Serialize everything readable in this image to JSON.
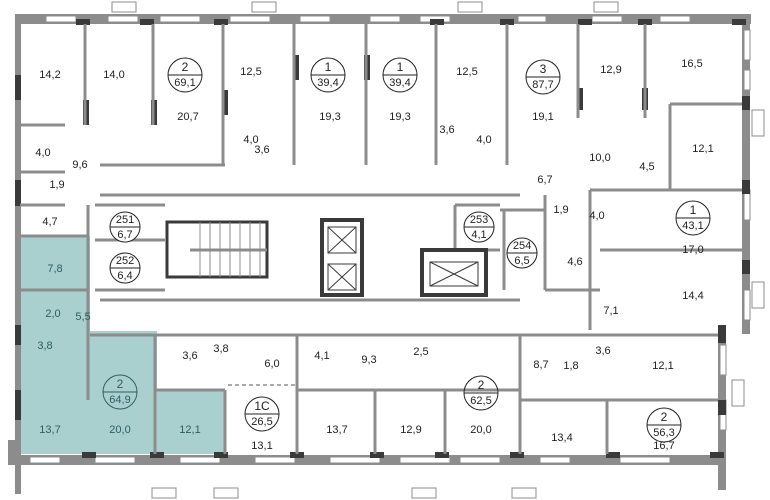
{
  "colors": {
    "wall": "#8c8c8c",
    "wall_dark": "#3a3a3a",
    "highlight_fill": "#a9d0cf",
    "highlight_text": "#2f5e5e",
    "text": "#222222",
    "background": "#ffffff"
  },
  "apartments": [
    {
      "id": "apt-2-69-1",
      "rooms": "2",
      "area": "69,1",
      "highlighted": false
    },
    {
      "id": "apt-1-39-4-a",
      "rooms": "1",
      "area": "39,4",
      "highlighted": false
    },
    {
      "id": "apt-1-39-4-b",
      "rooms": "1",
      "area": "39,4",
      "highlighted": false
    },
    {
      "id": "apt-3-87-7",
      "rooms": "3",
      "area": "87,7",
      "highlighted": false
    },
    {
      "id": "apt-1-43-1",
      "rooms": "1",
      "area": "43,1",
      "highlighted": false
    },
    {
      "id": "apt-2-64-9",
      "rooms": "2",
      "area": "64,9",
      "highlighted": true
    },
    {
      "id": "apt-1c-26-5",
      "rooms": "1С",
      "area": "26,5",
      "highlighted": false
    },
    {
      "id": "apt-2-62-5",
      "rooms": "2",
      "area": "62,5",
      "highlighted": false
    },
    {
      "id": "apt-2-56-3",
      "rooms": "2",
      "area": "56,3",
      "highlighted": false
    }
  ],
  "storage_units": [
    {
      "number": "251",
      "area": "6,7"
    },
    {
      "number": "252",
      "area": "6,4"
    },
    {
      "number": "253",
      "area": "4,1"
    },
    {
      "number": "254",
      "area": "6,5"
    }
  ],
  "room_areas": {
    "top": [
      "14,2",
      "14,0",
      "20,7",
      "4,0",
      "9,6",
      "1,9",
      "4,7",
      "12,5",
      "4,0",
      "3,6",
      "19,3",
      "19,3",
      "3,6",
      "12,5",
      "4,0",
      "19,1",
      "12,9",
      "16,5",
      "10,0",
      "4,5",
      "12,1",
      "6,7"
    ],
    "right": [
      "1,9",
      "4,0",
      "4,6",
      "17,0",
      "14,4",
      "7,1"
    ],
    "highlighted": [
      "7,8",
      "2,0",
      "5,5",
      "3,8",
      "13,7",
      "20,0",
      "12,1"
    ],
    "bottom": [
      "3,6",
      "3,8",
      "6,0",
      "13,1",
      "4,1",
      "9,3",
      "2,5",
      "13,7",
      "12,9",
      "20,0",
      "8,7",
      "1,8",
      "3,6",
      "12,1",
      "13,4",
      "16,7"
    ]
  }
}
